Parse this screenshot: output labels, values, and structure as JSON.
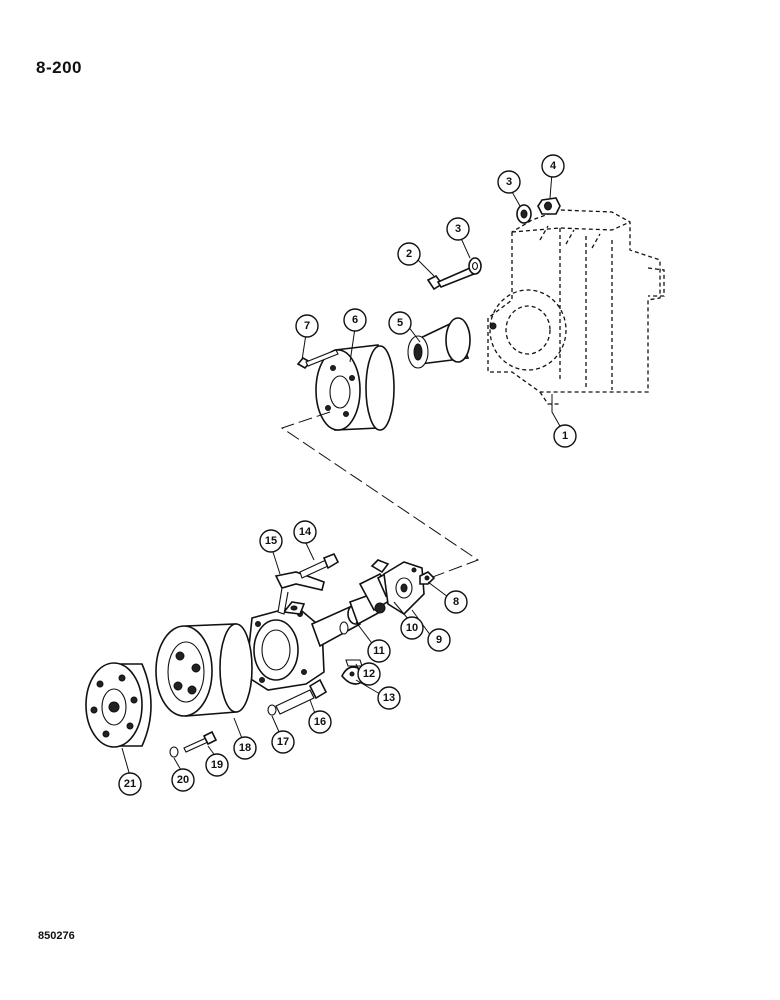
{
  "page": {
    "page_number": "8-200",
    "figure_code": "850276"
  },
  "callouts": [
    {
      "id": "c1",
      "label": "1"
    },
    {
      "id": "c2",
      "label": "2"
    },
    {
      "id": "c3a",
      "label": "3"
    },
    {
      "id": "c3b",
      "label": "3"
    },
    {
      "id": "c4",
      "label": "4"
    },
    {
      "id": "c5",
      "label": "5"
    },
    {
      "id": "c6",
      "label": "6"
    },
    {
      "id": "c7",
      "label": "7"
    },
    {
      "id": "c8",
      "label": "8"
    },
    {
      "id": "c9",
      "label": "9"
    },
    {
      "id": "c10",
      "label": "10"
    },
    {
      "id": "c11",
      "label": "11"
    },
    {
      "id": "c12",
      "label": "12"
    },
    {
      "id": "c13",
      "label": "13"
    },
    {
      "id": "c14",
      "label": "14"
    },
    {
      "id": "c15",
      "label": "15"
    },
    {
      "id": "c16",
      "label": "16"
    },
    {
      "id": "c17",
      "label": "17"
    },
    {
      "id": "c18",
      "label": "18"
    },
    {
      "id": "c19",
      "label": "19"
    },
    {
      "id": "c20",
      "label": "20"
    },
    {
      "id": "c21",
      "label": "21"
    }
  ]
}
